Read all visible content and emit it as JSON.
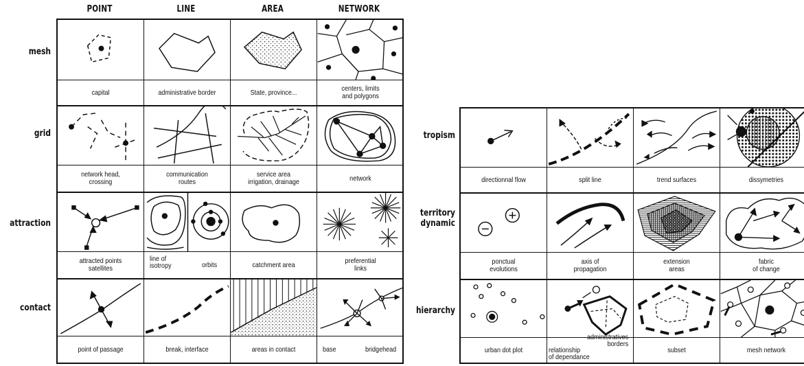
{
  "columns": [
    "POINT",
    "LINE",
    "AREA",
    "NETWORK"
  ],
  "left_rows": [
    {
      "label": "mesh",
      "captions": [
        "capital",
        "administrative border",
        "State, province...",
        "centers, limits\nand polygons"
      ]
    },
    {
      "label": "grid",
      "captions": [
        "network head,\ncrossing",
        "communication\nroutes",
        "service area\nirrigation, drainage",
        "network"
      ]
    },
    {
      "label": "attraction",
      "captions": [
        "attracted points\nsatellites",
        "",
        "catchment area",
        "preferential\nlinks"
      ],
      "split": {
        "left": "line of\nisotropy",
        "right": "orbits"
      }
    },
    {
      "label": "contact",
      "captions": [
        "point of passage",
        "break, interface",
        "areas in contact",
        ""
      ],
      "split": {
        "left": "base",
        "right": "bridgehead"
      }
    }
  ],
  "right_rows": [
    {
      "label": "tropism",
      "captions": [
        "directionnal flow",
        "split line",
        "trend surfaces",
        "dissymetries"
      ]
    },
    {
      "label": "territory\ndynamic",
      "captions": [
        "ponctual\nevolutions",
        "axis of\npropagation",
        "extension\nareas",
        "fabric\nof change"
      ]
    },
    {
      "label": "hierarchy",
      "captions": [
        "urban dot plot",
        "",
        "subset",
        "mesh network"
      ],
      "split": {
        "top": "administratives\nborders",
        "left": "relationship\nof dependance"
      }
    }
  ]
}
